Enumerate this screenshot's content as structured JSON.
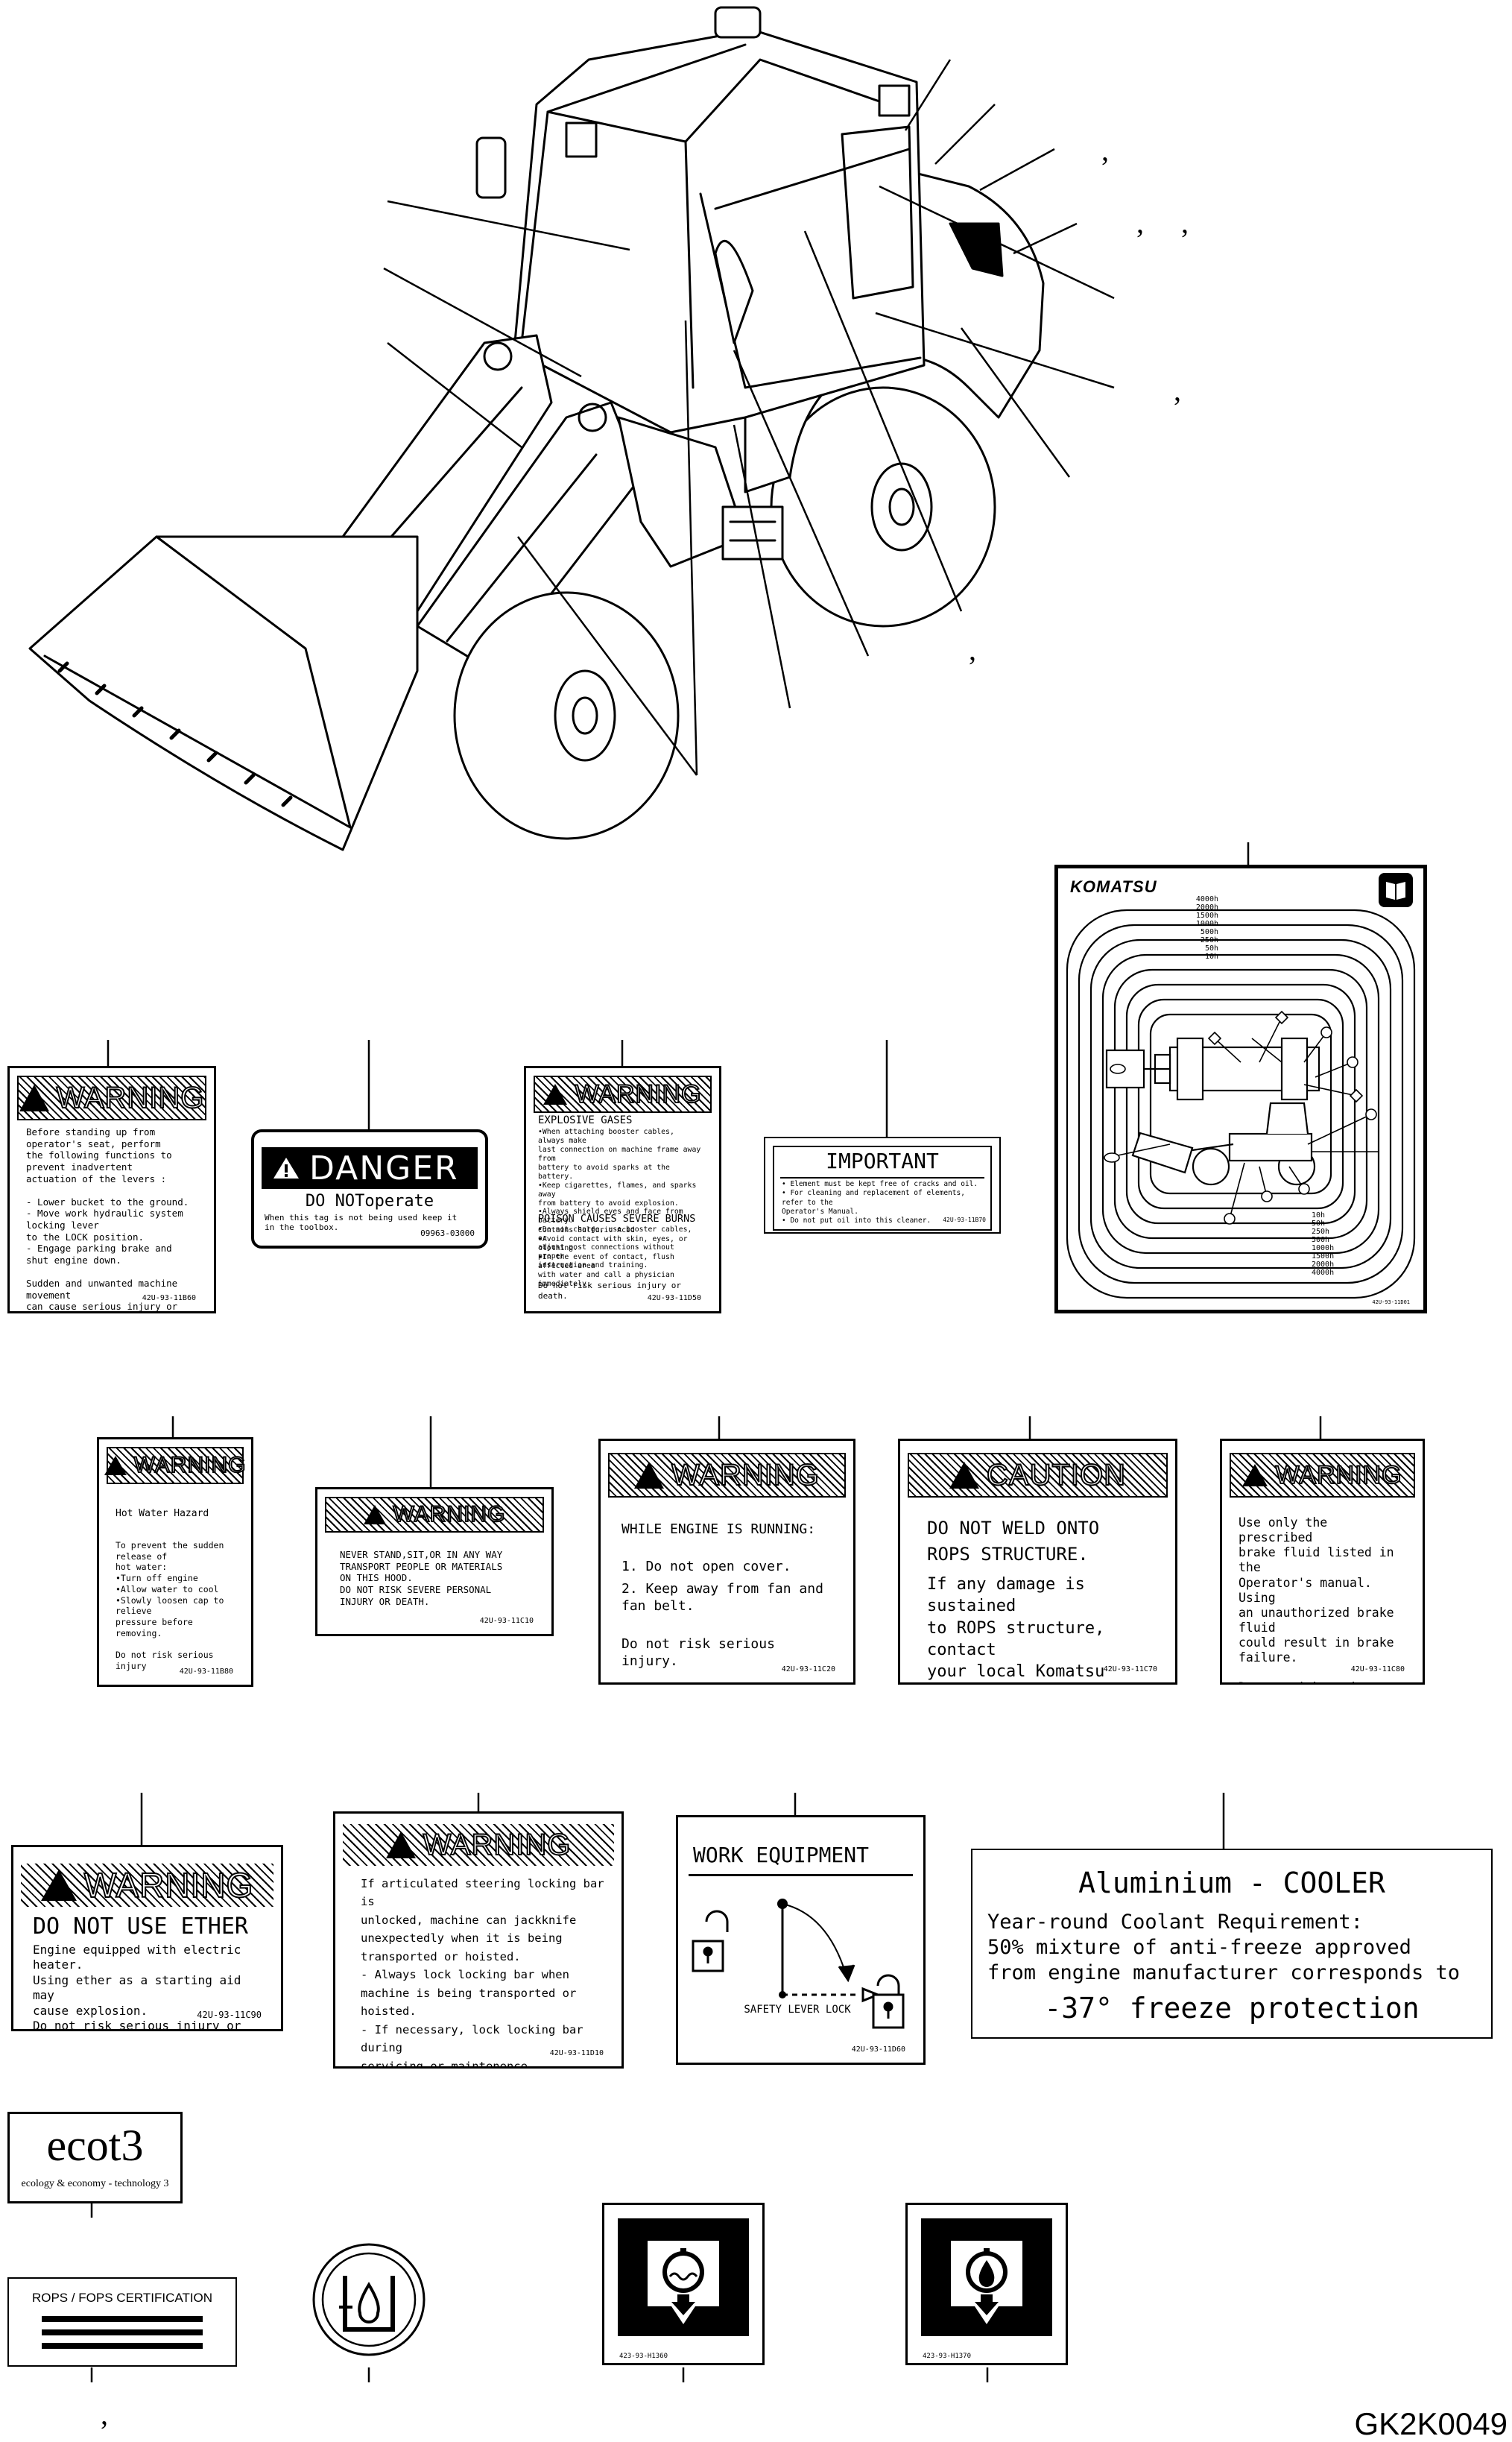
{
  "diagram_id": "GK2K0049",
  "labels": {
    "warn_standing": {
      "signal": "WARNING",
      "text": "Before standing up from operator's seat, perform\nthe following functions to prevent inadvertent\nactuation of the levers :\n\n- Lower bucket to the ground.\n- Move work hydraulic system locking lever\n  to the LOCK position.\n- Engage parking brake and shut engine down.\n\nSudden and unwanted machine movement\ncan cause serious injury or death.",
      "part": "42U-93-11B60"
    },
    "danger_tag": {
      "signal": "DANGER",
      "headline": "DO NOToperate",
      "text": "When this tag is not being used keep it\nin the toolbox.",
      "part": "09963-03000"
    },
    "warn_battery": {
      "signal": "WARNING",
      "heading1": "EXPLOSIVE GASES",
      "text1": "•When attaching booster cables, always make\n last connection on machine frame away from\n battery to avoid sparks at the battery.\n•Keep cigarettes, flames, and sparks away\n from battery to avoid explosion.\n•Always shield eyes and face from battery.\n•Do not charge, use booster cables, or\n adjust post connections without proper\n instruction and training.",
      "heading2": "POISON CAUSES SEVERE BURNS",
      "text2": "Contains Sulfuric Acid\n•Avoid contact with skin, eyes, or clothing.\n•In the event of contact, flush affected area\n with water and call a physician immediately.",
      "footer": "Do not risk serious injury or death.",
      "part": "42U-93-11D50"
    },
    "important": {
      "signal": "IMPORTANT",
      "text": "• Element must be kept free of cracks and oil.\n• For cleaning and replacement of elements, refer to the\n  Operator's Manual.\n• Do not put oil into this cleaner.",
      "part": "42U-93-11B70"
    },
    "lube_chart": {
      "brand": "KOMATSU",
      "hours_top": [
        "4000h",
        "2000h",
        "1500h",
        "1000h",
        "500h",
        "250h",
        "50h",
        "10h"
      ],
      "hours_bottom": [
        "10h",
        "50h",
        "250h",
        "500h",
        "1000h",
        "1500h",
        "2000h",
        "4000h"
      ],
      "part": "42U-93-11D01"
    },
    "warn_hot_water": {
      "signal": "WARNING",
      "title": "Hot Water Hazard",
      "text": "To prevent the sudden release of\nhot water:\n•Turn off engine\n•Allow water to cool\n•Slowly loosen cap to relieve\n pressure before removing.\n\nDo not risk serious injury",
      "part": "42U-93-11B80"
    },
    "warn_hood": {
      "signal": "WARNING",
      "text": "NEVER STAND,SIT,OR IN ANY WAY\nTRANSPORT PEOPLE OR MATERIALS\nON THIS HOOD.\nDO NOT RISK SEVERE PERSONAL\nINJURY OR DEATH.",
      "part": "42U-93-11C10"
    },
    "warn_engine": {
      "signal": "WARNING",
      "title": "WHILE ENGINE IS RUNNING:",
      "items": [
        "1.  Do not open cover.",
        "2.  Keep away from fan and\n    fan belt."
      ],
      "footer": "Do not risk serious injury.",
      "part": "42U-93-11C20"
    },
    "caution_rops": {
      "signal": "CAUTION",
      "title": "DO NOT WELD ONTO\nROPS STRUCTURE.",
      "text": "If any damage is sustained\nto ROPS structure, contact\nyour local Komatsu dealer\nimmediately.",
      "part": "42U-93-11C70"
    },
    "warn_brake": {
      "signal": "WARNING",
      "text": "Use only the prescribed\nbrake fluid listed in the\nOperator's manual.  Using\nan unauthorized brake fluid\ncould result in brake failure.\n\nDo not risk serious injury\nor death.",
      "part": "42U-93-11C80"
    },
    "warn_ether": {
      "signal": "WARNING",
      "title": "DO NOT USE ETHER",
      "text": "Engine equipped with electric heater.\nUsing ether as a starting aid may\ncause explosion.\nDo not risk serious injury or death.",
      "part": "42U-93-11C90"
    },
    "warn_steering": {
      "signal": "WARNING",
      "text": "If articulated steering locking bar is\nunlocked, machine can jackknife\nunexpectedly when it is being\ntransported or hoisted.\n- Always lock locking bar when\n  machine is being transported or hoisted.\n- If necessary, lock locking bar during\n  servicing or maintenence.\nDo not risk serious injury or death.",
      "part": "42U-93-11D10"
    },
    "work_equipment": {
      "title": "WORK EQUIPMENT",
      "caption": "SAFETY LEVER LOCK",
      "part": "42U-93-11D60"
    },
    "coolant": {
      "title": "Aluminium - COOLER",
      "text": "Year-round Coolant Requirement:\n50% mixture of anti-freeze approved\nfrom engine manufacturer corresponds to",
      "footer": "-37° freeze protection"
    },
    "ecot3": {
      "logo": "ecot3",
      "tagline": "ecology & economy - technology 3"
    },
    "rops": {
      "title": "ROPS / FOPS CERTIFICATION"
    },
    "hydraulic_1": {
      "part": "423-93-H1360"
    },
    "hydraulic_2": {
      "part": "423-93-H1370"
    }
  },
  "icons": [
    "warning-triangle-icon",
    "padlock-open-icon",
    "padlock-closed-icon",
    "oil-drop-icon",
    "manual-book-icon"
  ]
}
